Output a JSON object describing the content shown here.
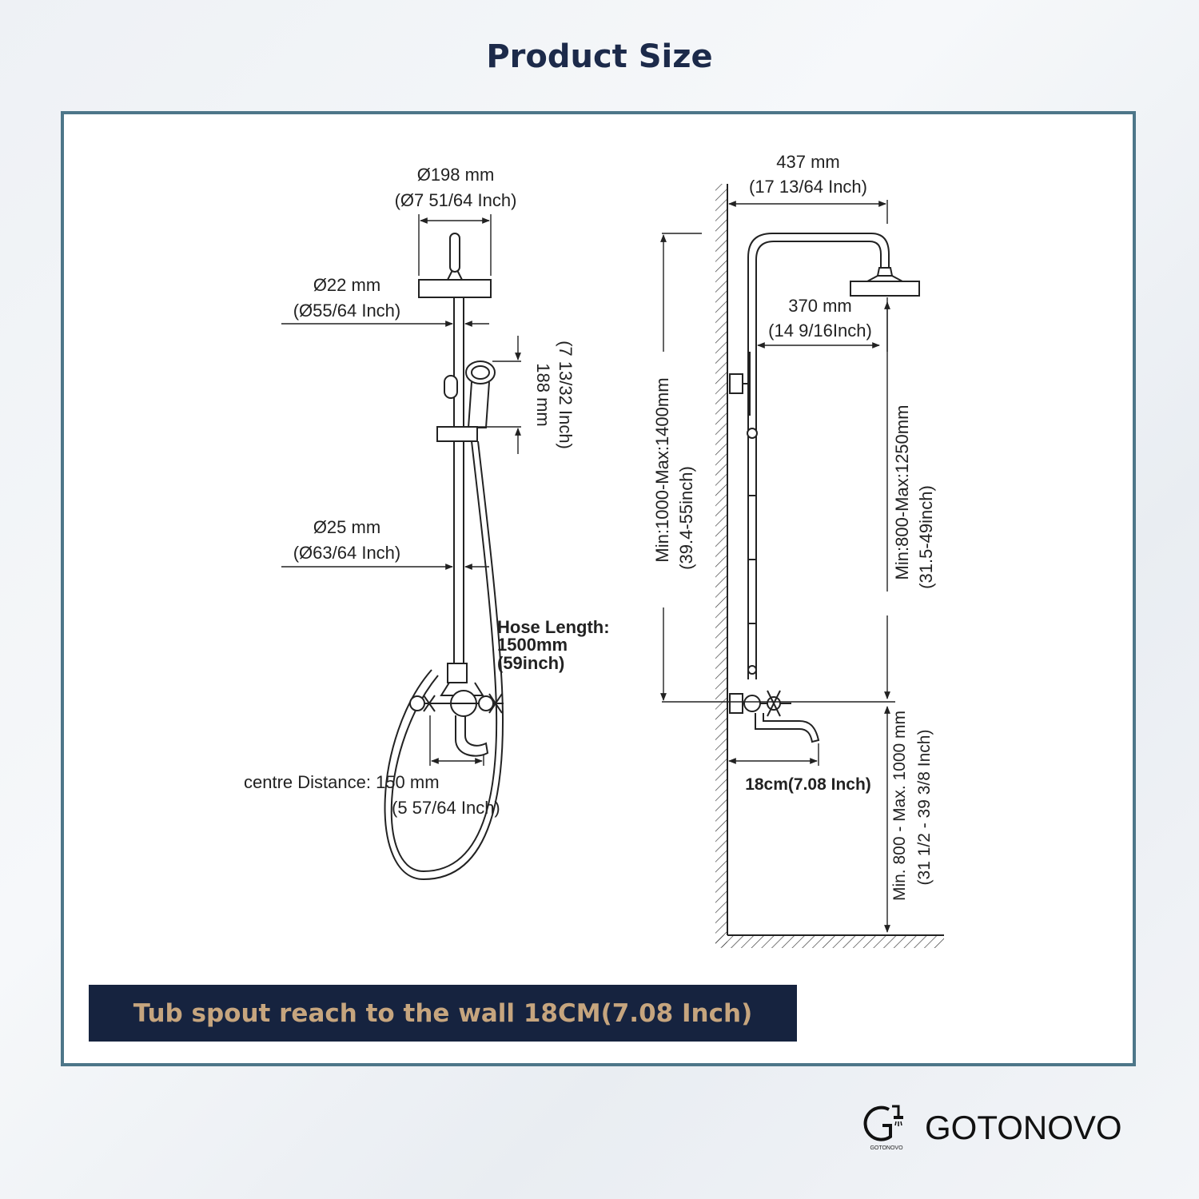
{
  "title": "Product Size",
  "front_view": {
    "head_diameter": "Ø198 mm",
    "head_diameter_inch": "(Ø7 51/64 Inch)",
    "arm_diameter": "Ø22 mm",
    "arm_diameter_inch": "(Ø55/64 Inch)",
    "handheld_length": "188 mm",
    "handheld_length_inch": "(7 13/32 Inch)",
    "rail_diameter": "Ø25 mm",
    "rail_diameter_inch": "(Ø63/64 Inch)",
    "hose_label": "Hose Length:",
    "hose_length": "1500mm",
    "hose_length_inch": "(59inch)",
    "centre_distance": "centre Distance: 150 mm",
    "centre_distance_inch": "(5 57/64 Inch)"
  },
  "side_view": {
    "arm_reach": "437 mm",
    "arm_reach_inch": "(17 13/64 Inch)",
    "head_offset": "370 mm",
    "head_offset_inch": "(14 9/16Inch)",
    "total_height": "Min:1000-Max:1400mm",
    "total_height_inch": "(39.4-55inch)",
    "riser_height": "Min:800-Max:1250mm",
    "riser_height_inch": "(31.5-49inch)",
    "spout_reach": "18cm(7.08 Inch)",
    "install_height": "Min. 800 - Max. 1000 mm",
    "install_height_inch": "(31 1/2 - 39 3/8 Inch)"
  },
  "banner": "Tub spout reach to the wall 18CM(7.08 Inch)",
  "brand": {
    "name": "GOTONOVO",
    "logo_caption": "GOTONOVO",
    "logo_icon": "shower-g-logo-icon"
  },
  "colors": {
    "frame": "#4d7689",
    "banner_bg": "#16233f",
    "banner_text": "#c6a57e",
    "title": "#1c2a4a"
  }
}
